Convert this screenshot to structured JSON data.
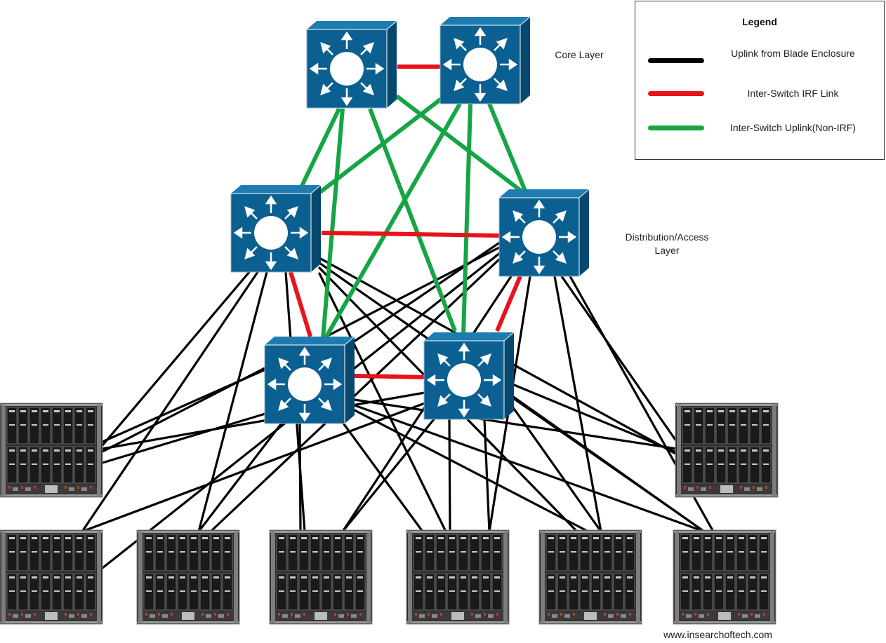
{
  "diagram": {
    "layers": {
      "core": "Core Layer",
      "distribution": "Distribution/Access Layer"
    },
    "switches": [
      {
        "id": "core-left",
        "layer": "core"
      },
      {
        "id": "core-right",
        "layer": "core"
      },
      {
        "id": "dist-left",
        "layer": "distribution"
      },
      {
        "id": "dist-right",
        "layer": "distribution"
      },
      {
        "id": "access-left",
        "layer": "distribution"
      },
      {
        "id": "access-right",
        "layer": "distribution"
      }
    ],
    "blade_enclosures": 8,
    "link_types": {
      "uplink": "#000000",
      "irf": "#e8121b",
      "non_irf": "#15a545"
    },
    "switch_color": "#0b6091"
  },
  "legend": {
    "title": "Legend",
    "items": [
      {
        "label": "Uplink from Blade Enclosure",
        "color": "#000000"
      },
      {
        "label": "Inter-Switch IRF Link",
        "color": "#e8121b"
      },
      {
        "label": "Inter-Switch Uplink(Non-IRF)",
        "color": "#15a545"
      }
    ]
  },
  "footer": {
    "url": "www.insearchoftech.com"
  }
}
